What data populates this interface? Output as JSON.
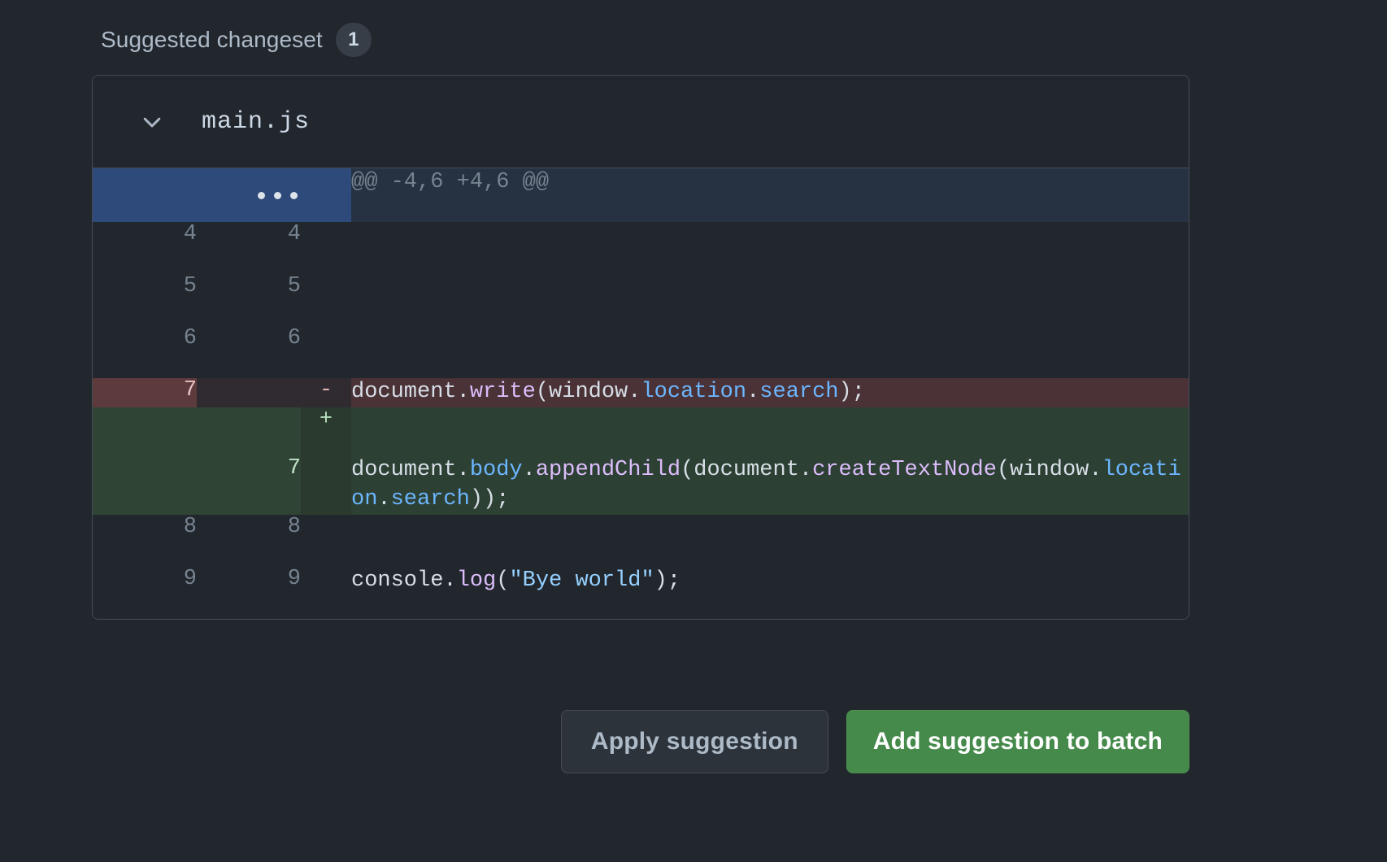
{
  "header": {
    "title": "Suggested changeset",
    "count": "1"
  },
  "diff": {
    "file_name": "main.js",
    "collapse_icon": "chevron-down-icon",
    "expander_icon": "ellipsis-expand-icon",
    "hunk_header": "@@ -4,6 +4,6 @@",
    "rows": [
      {
        "kind": "hunk",
        "old": "",
        "new": "",
        "marker": "",
        "text": "@@ -4,6 +4,6 @@"
      },
      {
        "kind": "context",
        "old": "4",
        "new": "4",
        "marker": "",
        "text": ""
      },
      {
        "kind": "context",
        "old": "5",
        "new": "5",
        "marker": "",
        "text": ""
      },
      {
        "kind": "context",
        "old": "6",
        "new": "6",
        "marker": "",
        "text": ""
      },
      {
        "kind": "del",
        "old": "7",
        "new": "",
        "marker": "-",
        "text": "document.write(window.location.search);",
        "tokens": [
          {
            "t": "document",
            "c": "plain"
          },
          {
            "t": ".",
            "c": "plain"
          },
          {
            "t": "write",
            "c": "fn"
          },
          {
            "t": "(window.",
            "c": "plain"
          },
          {
            "t": "location",
            "c": "prop"
          },
          {
            "t": ".",
            "c": "plain"
          },
          {
            "t": "search",
            "c": "prop"
          },
          {
            "t": ");",
            "c": "plain"
          }
        ]
      },
      {
        "kind": "add",
        "old": "",
        "new": "7",
        "marker": "+",
        "text": "document.body.appendChild(document.createTextNode(window.location.search));",
        "tokens": [
          {
            "t": "document",
            "c": "plain"
          },
          {
            "t": ".",
            "c": "plain"
          },
          {
            "t": "body",
            "c": "prop"
          },
          {
            "t": ".",
            "c": "plain"
          },
          {
            "t": "appendChild",
            "c": "fn"
          },
          {
            "t": "(document",
            "c": "plain"
          },
          {
            "t": ".",
            "c": "plain"
          },
          {
            "t": "createTextNode",
            "c": "fn"
          },
          {
            "t": "(window.",
            "c": "plain"
          },
          {
            "t": "location",
            "c": "prop"
          },
          {
            "t": ".",
            "c": "plain"
          },
          {
            "t": "search",
            "c": "prop"
          },
          {
            "t": "));",
            "c": "plain"
          }
        ]
      },
      {
        "kind": "context",
        "old": "8",
        "new": "8",
        "marker": "",
        "text": ""
      },
      {
        "kind": "context",
        "old": "9",
        "new": "9",
        "marker": "",
        "text": "console.log(\"Bye world\");",
        "tokens": [
          {
            "t": "console",
            "c": "plain"
          },
          {
            "t": ".",
            "c": "plain"
          },
          {
            "t": "log",
            "c": "fn"
          },
          {
            "t": "(",
            "c": "plain"
          },
          {
            "t": "\"Bye world\"",
            "c": "str"
          },
          {
            "t": ");",
            "c": "plain"
          }
        ]
      }
    ]
  },
  "actions": {
    "apply_label": "Apply suggestion",
    "batch_label": "Add suggestion to batch"
  },
  "colors": {
    "page_bg": "#22272e",
    "card_border": "#444c56",
    "hunk_gutter": "#2d4a7a",
    "hunk_bg": "#263141",
    "del_bg": "#4a3236",
    "del_gutter": "#5d3a3c",
    "add_bg": "#2d4034",
    "add_gutter": "#2f4434",
    "primary_button": "#458a4b",
    "secondary_button": "#2d333b",
    "text": "#adbac7",
    "syntax_function": "#dcbdfb",
    "syntax_property": "#6cb6ff",
    "syntax_string": "#96d0ff"
  }
}
